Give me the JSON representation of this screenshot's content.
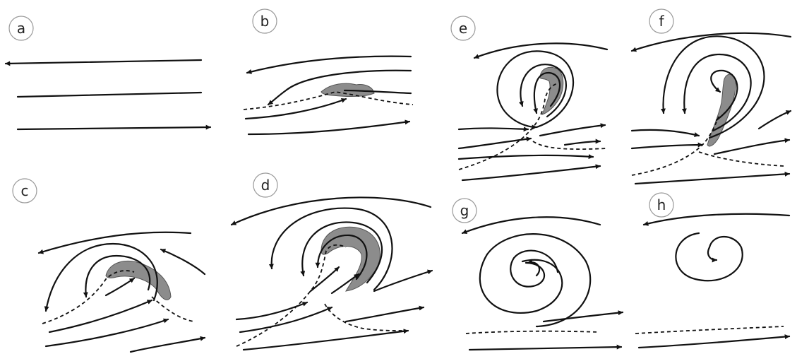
{
  "panels": [
    {
      "id": "a",
      "label": "a"
    },
    {
      "id": "b",
      "label": "b"
    },
    {
      "id": "c",
      "label": "c"
    },
    {
      "id": "d",
      "label": "d"
    },
    {
      "id": "e",
      "label": "e"
    },
    {
      "id": "f",
      "label": "f"
    },
    {
      "id": "g",
      "label": "g"
    },
    {
      "id": "h",
      "label": "h"
    }
  ],
  "colors": {
    "line": "#111111",
    "cloud": "#8c8c8c",
    "badge_border": "#999999"
  }
}
